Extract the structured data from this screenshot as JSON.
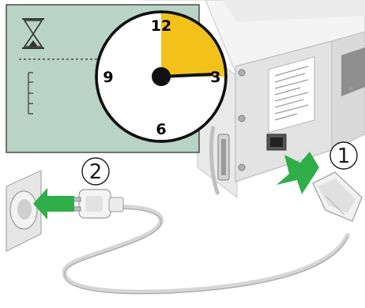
{
  "illustration": {
    "clock": {
      "numerals": {
        "top": "12",
        "right": "3",
        "bottom": "6",
        "left": "9"
      },
      "elapsed_fraction": 0.25,
      "highlight_color": "#f2c21b",
      "panel_color": "#b9d3c6",
      "icon": "hourglass-icon"
    },
    "steps": [
      {
        "label": "1",
        "target": "printer-power-socket"
      },
      {
        "label": "2",
        "target": "wall-outlet"
      }
    ],
    "arrow_color": "#2fae4a",
    "icons": [
      "hourglass-icon",
      "arrow-icon",
      "power-plug-icon",
      "wall-outlet-icon",
      "printer-icon"
    ]
  }
}
